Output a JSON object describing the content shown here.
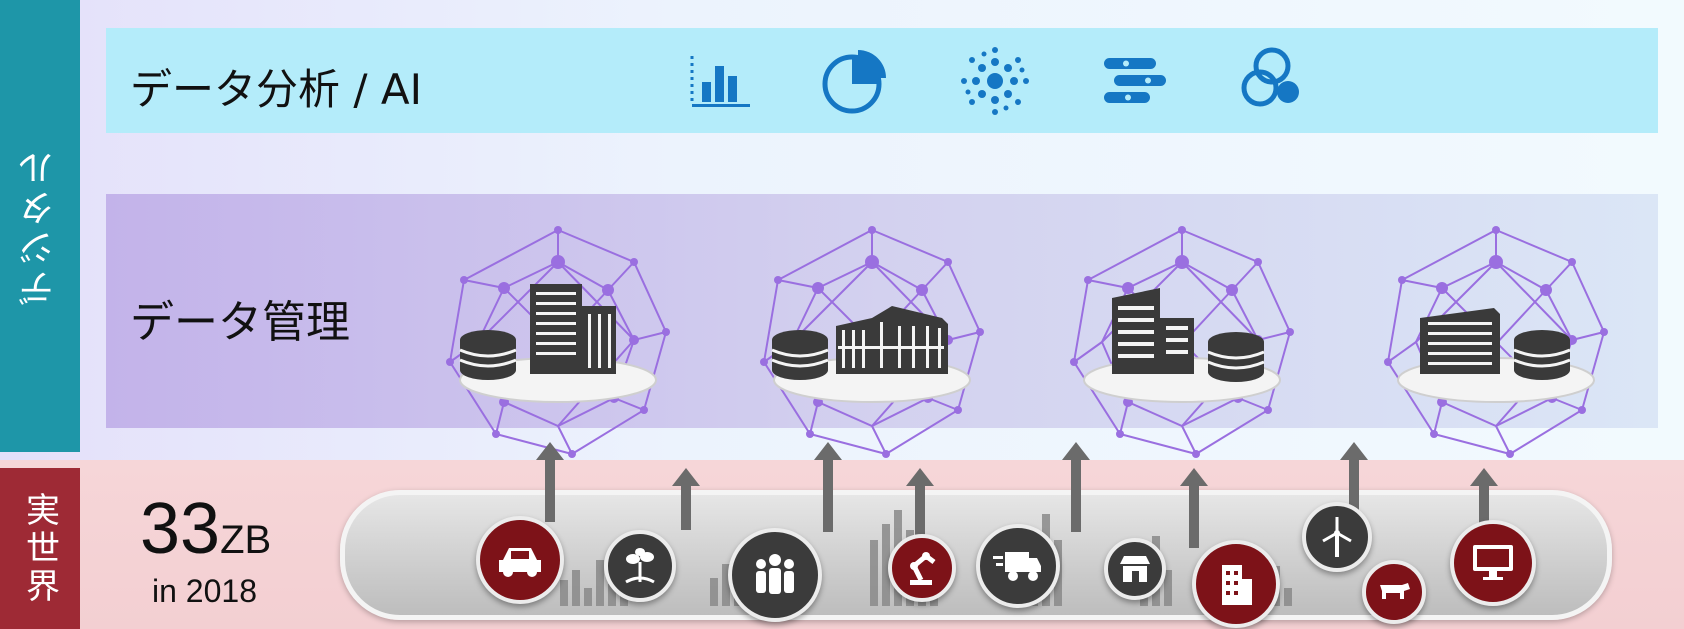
{
  "sides": {
    "digital": "デジタル",
    "real": "実世界"
  },
  "layers": {
    "ai": {
      "title": "データ分析 / AI"
    },
    "data_management": {
      "title": "データ管理"
    }
  },
  "stat": {
    "value": "33",
    "unit": "ZB",
    "year": "in 2018"
  },
  "icons": {
    "ai": [
      "bar-chart-icon",
      "pie-chart-icon",
      "cluster-icon",
      "timeline-bars-icon",
      "venn-circles-icon"
    ],
    "data_nodes": [
      "database-skyscraper-icon",
      "database-factory-icon",
      "database-office-icon",
      "database-building-icon"
    ],
    "devices": [
      "car-icon",
      "plant-icon",
      "people-icon",
      "robot-arm-icon",
      "delivery-truck-icon",
      "shop-icon",
      "office-building-icon",
      "wind-turbine-icon",
      "cow-icon",
      "monitor-icon"
    ]
  },
  "colors": {
    "accent_blue": "#1577c4",
    "mesh_purple": "#9a6fe0",
    "digital_tab": "#1e96a8",
    "real_tab": "#9e2a35",
    "device_red": "#7d1218"
  }
}
